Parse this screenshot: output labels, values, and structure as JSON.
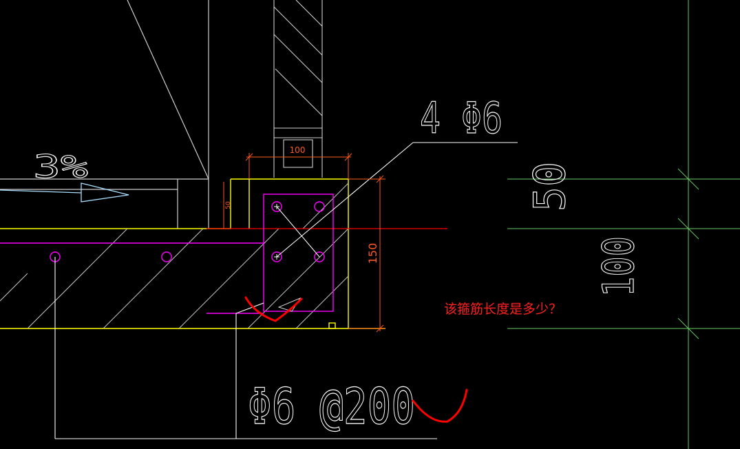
{
  "drawing": {
    "slope_label": "3%",
    "top_bar_label": "4 Φ6",
    "dim_width_label": "100",
    "dim_top_small_label": "50",
    "dim_height_label": "150",
    "right_dim_upper_label": "50",
    "right_dim_lower_label": "100",
    "stirrup_label": "Φ6 @200",
    "question_text": "该箍筋长度是多少？"
  },
  "colors": {
    "background": "#000000",
    "white": "#ffffff",
    "yellow": "#ffff00",
    "magenta": "#ff00ff",
    "red": "#ff0000",
    "orange_dim": "#ff5a1e",
    "green_grid": "#66cc66",
    "cyan_arrow": "#a8e0ff",
    "gray_hatch": "#c8c8c8"
  }
}
